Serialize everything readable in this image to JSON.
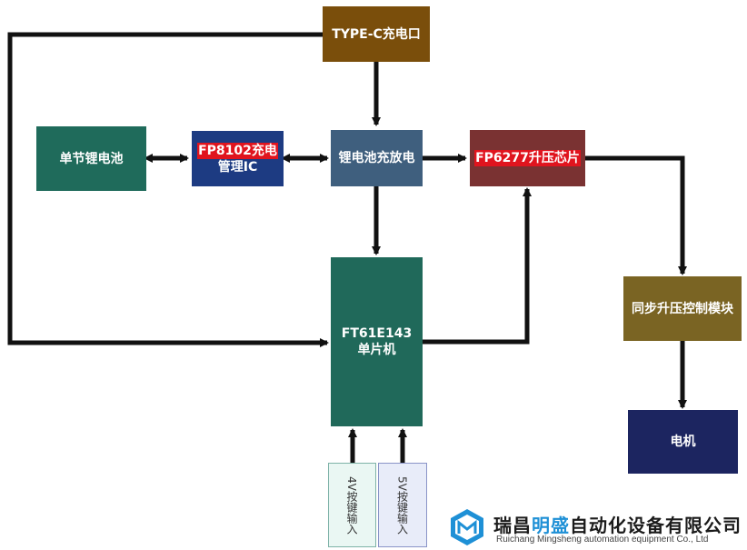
{
  "colors": {
    "typec": "#7a4e0b",
    "battery": "#1f6b5b",
    "fp8102": "#1d3b82",
    "charge": "#3f5f7e",
    "fp6277": "#7a3232",
    "mcu": "#20695a",
    "sync": "#7a6423",
    "motor": "#1c2560",
    "wire": "#111111",
    "highlight": "#e0141e"
  },
  "nodes": {
    "typec": "TYPE-C充电口",
    "battery": "单节锂电池",
    "fp8102_line1": "FP8102充电",
    "fp8102_line2": "管理IC",
    "charge": "锂电池充放电",
    "fp6277": "FP6277升压芯片",
    "mcu_line1": "FT61E143",
    "mcu_line2": "单片机",
    "sync": "同步升压控制模块",
    "motor": "电机",
    "key4v": "4V按键输入",
    "key5v": "5V按键输入"
  },
  "logo": {
    "name_prefix": "瑞昌",
    "name_accent": "明盛",
    "name_suffix": "自动化设备有限公司",
    "english": "Ruichang Mingsheng automation equipment Co., Ltd",
    "icon": "cube-logo-icon"
  }
}
